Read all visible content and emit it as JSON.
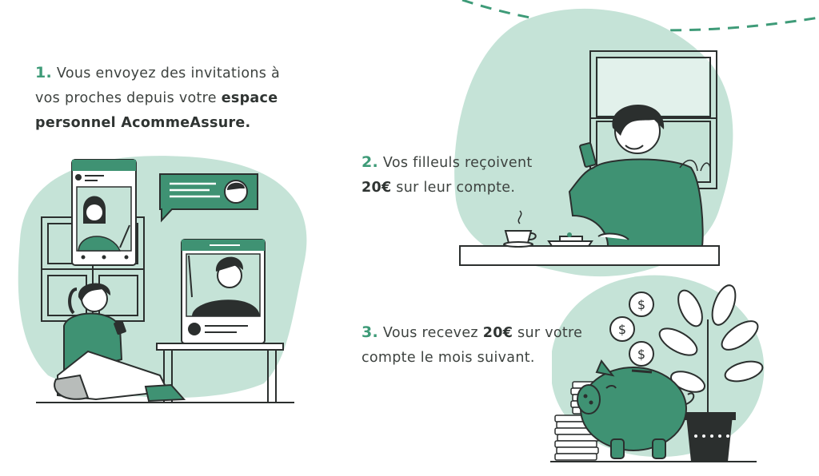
{
  "steps": [
    {
      "number": "1.",
      "line1": "Vous envoyez des invitations à",
      "line2a": "vos proches depuis votre ",
      "line2b": "espace",
      "line3": "personnel AcommeAssure."
    },
    {
      "number": "2.",
      "line1": "Vos filleuls reçoivent",
      "line2a": "20€",
      "line2b": " sur leur compte."
    },
    {
      "number": "3.",
      "line1a": "Vous recevez ",
      "line1b": "20€",
      "line1c": " sur votre",
      "line2": "compte le mois suivant."
    }
  ],
  "colors": {
    "accent": "#3e9b78",
    "blob": "#c5e3d7",
    "dark": "#2b2f2e",
    "green": "#3f9273"
  },
  "icons": [
    "piggy-bank-icon",
    "coin-icon",
    "coffee-cup-icon",
    "plant-icon",
    "chat-bubble-icon",
    "avatar-icon"
  ]
}
